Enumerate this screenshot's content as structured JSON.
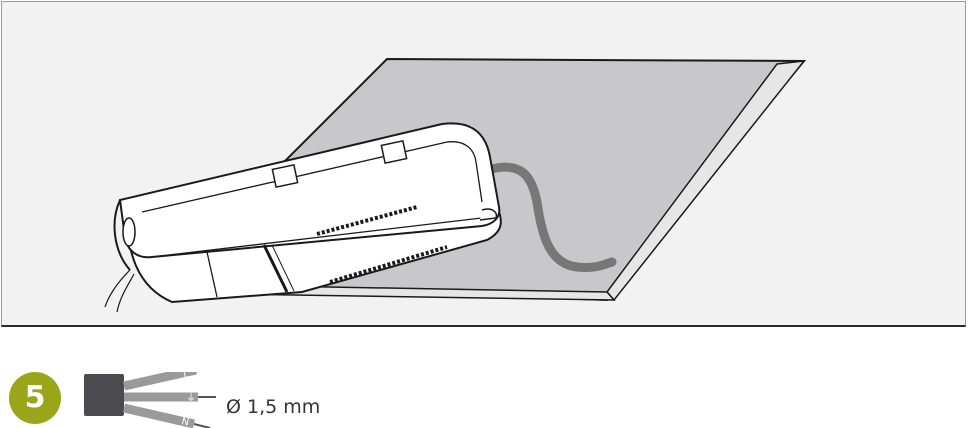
{
  "step": {
    "number": "5"
  },
  "cable": {
    "diameter_label": "Ø 1,5 mm",
    "wire_labels": [
      "L",
      "⏚",
      "N"
    ]
  },
  "colors": {
    "badge": "#9aa51a",
    "surface": "#c8c8cc",
    "cable": "#777777",
    "connector": "#4a4a4f"
  }
}
